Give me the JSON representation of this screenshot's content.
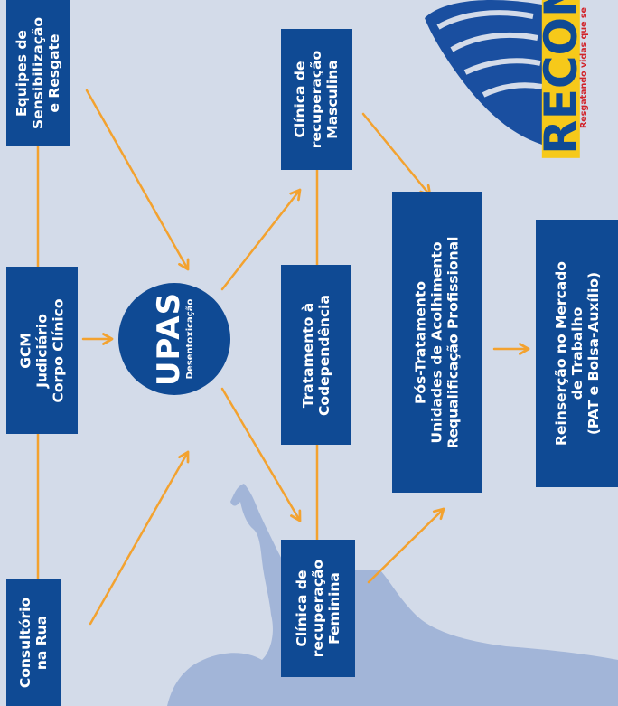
{
  "nodes": {
    "equipes": [
      "Equipes de",
      "Sensibilização",
      "e Resgate"
    ],
    "gcm": [
      "GCM",
      "Judiciário",
      "Corpo Clínico"
    ],
    "consultorio": [
      "Consultório",
      "na Rua"
    ],
    "upas": {
      "title": "UPAS",
      "subtitle": "Desentoxicação"
    },
    "masculina": [
      "Clínica de",
      "recuperação",
      "Masculina"
    ],
    "codependencia": [
      "Tratamento à",
      "Codependência"
    ],
    "feminina": [
      "Clínica de",
      "recuperação",
      "Feminina"
    ],
    "pos_tratamento": [
      "Pós-Tratamento",
      "Unidades de Acolhimento",
      "Requalificação Profissional"
    ],
    "reinsercao": [
      "Reinserção no Mercado",
      "de Trabalho",
      "(PAT e Bolsa-Auxílio)"
    ]
  },
  "logo": {
    "word": "RECOM",
    "tagline": "Resgatando vidas que se",
    "word_color": "#0f4a94",
    "accent_color": "#f6c91a",
    "tagline_color": "#d2232a"
  },
  "colors": {
    "background": "#d3dbe9",
    "box": "#0f4a94",
    "box_text": "#ffffff",
    "arrow": "#f3a22f",
    "line": "#f3a22f",
    "silhouette": "#9cb0d6"
  }
}
